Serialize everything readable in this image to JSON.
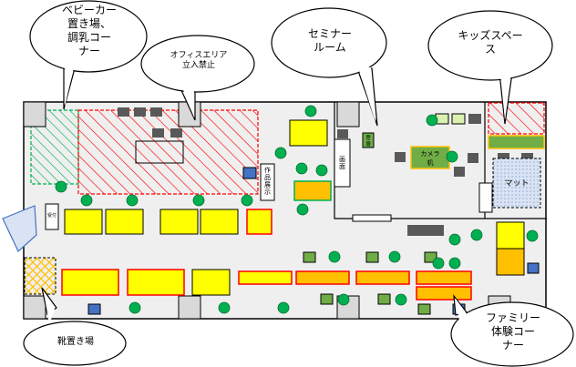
{
  "labels": {
    "baby_corner": "ベビーカー\n置き場、\n調乳コー\nナー",
    "office_no_entry": "オフィスエリア\n立入禁止",
    "seminar_room": "セミナー\nルーム",
    "kids_space": "キッズスペー\nス",
    "shoe_area": "靴置き場",
    "family_corner": "ファミリー\n体験コー\nナー",
    "screen": "画面",
    "podium": "登壇",
    "camera": "カメラ\n机",
    "mat": "マット",
    "exhibit": "作品展示",
    "sign_small": "受付"
  },
  "colors": {
    "wall": "#000000",
    "floor": "#efefef",
    "table_yellow": "#ffff00",
    "table_orange": "#ffc000",
    "table_border_red": "#ff0000",
    "plant_green": "#00b050",
    "chair_green": "#70ad47",
    "chair_dark": "#595959",
    "chair_gray": "#d9d9d9",
    "seat_blue": "#4472c4",
    "hatch_red": "#ff0000",
    "hatch_green": "#00b050",
    "hatch_orange": "#ffc000",
    "mat_blue": "#dae3f3"
  }
}
